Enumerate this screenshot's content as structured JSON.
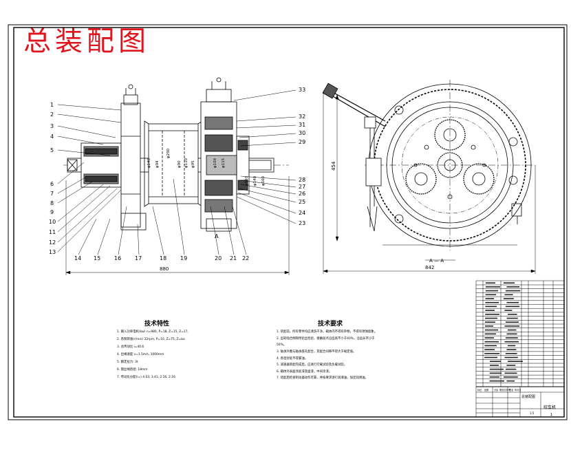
{
  "stamp_title": "总装配图",
  "callouts_left": [
    "1",
    "2",
    "3",
    "4",
    "5",
    "6",
    "7",
    "8",
    "9",
    "10",
    "11",
    "12",
    "13",
    "14",
    "15",
    "16",
    "17",
    "18",
    "19",
    "20",
    "21",
    "22"
  ],
  "callouts_right": [
    "33",
    "32",
    "31",
    "30",
    "29",
    "28",
    "27",
    "26",
    "25",
    "24",
    "23"
  ],
  "dims": {
    "overall_length": "880",
    "overall_right": "842",
    "height_right": "454",
    "phi_labels": [
      "φ290",
      "φ140",
      "φ94",
      "φ90",
      "φ110",
      "φ95",
      "φ100",
      "φ115",
      "φ120",
      "φ140",
      "φ160"
    ]
  },
  "section_marks": {
    "left_a": "A",
    "right_aa": "A — A"
  },
  "tech_spec": {
    "title": "技术特性",
    "lines": [
      "1. 输入功率电机(kw) n=980, P=18, Z=15, Z=17,",
      "2. 卷筒转速(r/min) 32rpm, P=10, Z=75, Z=ba",
      "3. 总传动比 i=40.6",
      "4. 出绳速度 v=1.5m/s, 1000mm",
      "5. 额定拉力: 3t",
      "6. 钢丝绳直径: 18mm",
      "7. 传动比分配(i=) 4.03, 3.41, 2.16, 2.16"
    ]
  },
  "tech_req": {
    "title": "技术要求",
    "lines": [
      "1. 装配前，所有零件均应清洗干净，箱体内不得有杂物，不得有锈蚀现象。",
      "2. 齿轮啮合侧隙用铅丝检验，接触斑点沿齿高不小于40%，沿齿长不小于",
      "   50%。",
      "3. 轴承外圈与轴承座孔配合，其配合间隙不得大于规定值。",
      "4. 各密封处不得漏油。",
      "5. 减速器装配完成后，应进行空载试验及负载试验。",
      "6. 箱体外表面涂底漆及面漆，中间涂漆。",
      "7. 装配后检查制动器动作可靠，并按要求进行润滑油，加足润滑油。"
    ]
  },
  "title_block": {
    "product_name": "绞车机",
    "drawing_name": "总装配图",
    "sheet": "1",
    "scale": "1:5",
    "row_labels": [
      "标记",
      "处数",
      "分区",
      "更改文件号",
      "签名",
      "年月日"
    ]
  }
}
